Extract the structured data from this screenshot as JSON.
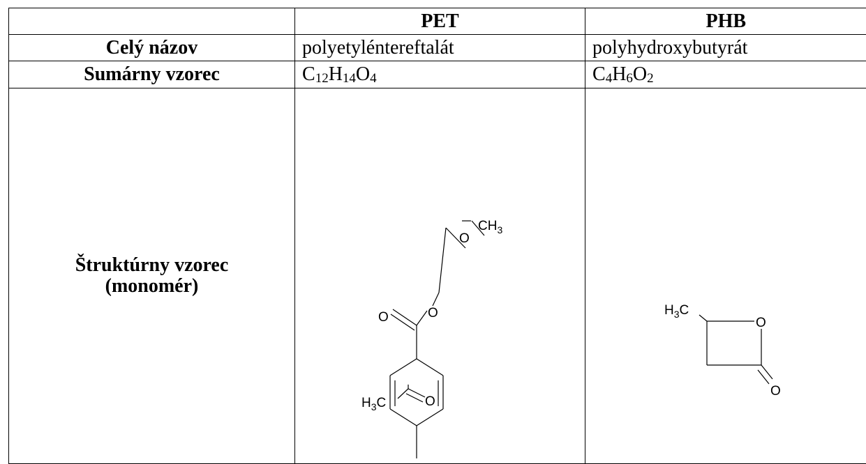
{
  "table": {
    "headers": [
      "",
      "PET",
      "PHB"
    ],
    "rows": [
      {
        "label": "Celý názov",
        "pet": "polyetyléntereftalát",
        "phb": "polyhydroxybutyrát"
      },
      {
        "label": "Sumárny vzorec",
        "pet_formula": [
          {
            "el": "C",
            "n": "12"
          },
          {
            "el": "H",
            "n": "14"
          },
          {
            "el": "O",
            "n": "4"
          }
        ],
        "phb_formula": [
          {
            "el": "C",
            "n": "4"
          },
          {
            "el": "H",
            "n": "6"
          },
          {
            "el": "O",
            "n": "2"
          }
        ]
      },
      {
        "label_line1": "Štruktúrny vzorec",
        "label_line2": "(monomér)"
      }
    ]
  },
  "pet_structure": {
    "atoms": {
      "o_top": "O",
      "ch3_top": "CH",
      "ch3_top_sub": "3",
      "o_ester": "O",
      "o_carbonyl": "O",
      "h3c_bottom": "H",
      "h3c_bottom_sub": "3",
      "h3c_bottom_c": "C",
      "o_ketone": "O"
    }
  },
  "phb_structure": {
    "atoms": {
      "h3c": "H",
      "h3c_sub": "3",
      "h3c_c": "C",
      "o_ring": "O",
      "o_carbonyl": "O"
    }
  }
}
